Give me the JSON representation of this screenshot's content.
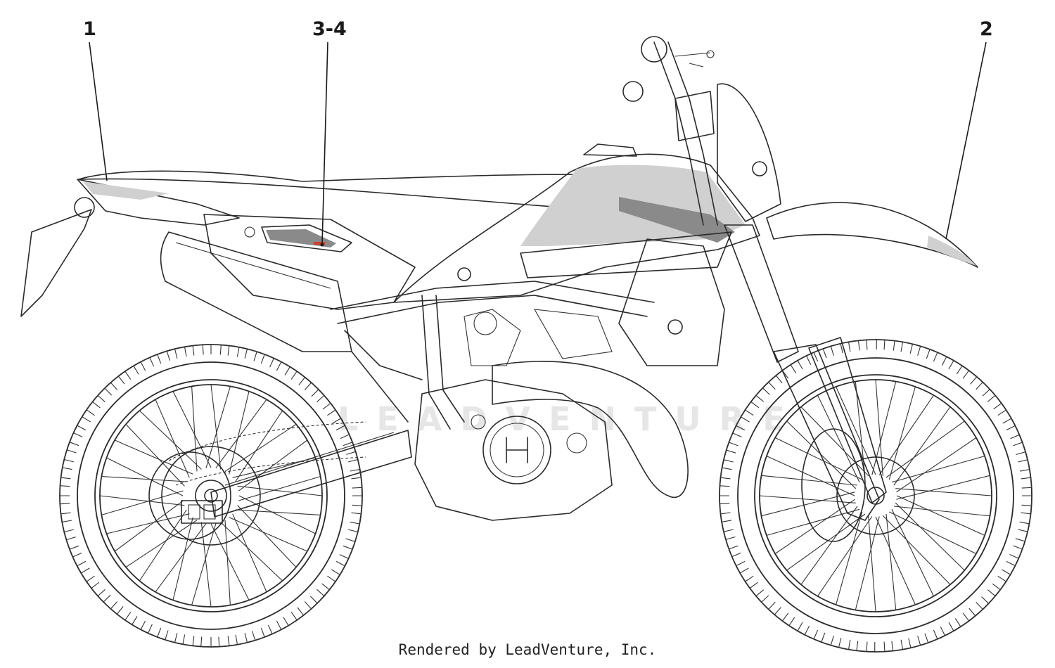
{
  "callouts": [
    {
      "id": "1",
      "label": "1"
    },
    {
      "id": "3-4",
      "label": "3-4"
    },
    {
      "id": "2",
      "label": "2"
    }
  ],
  "watermark": "LEADVENTURE",
  "brand_badge": "H",
  "footer": "Rendered by LeadVenture, Inc.",
  "colors": {
    "line": "#2a2a2a",
    "decal_grey": "#d0d0d0",
    "decal_dark": "#8a8a8a",
    "accent": "#d23c2a"
  }
}
